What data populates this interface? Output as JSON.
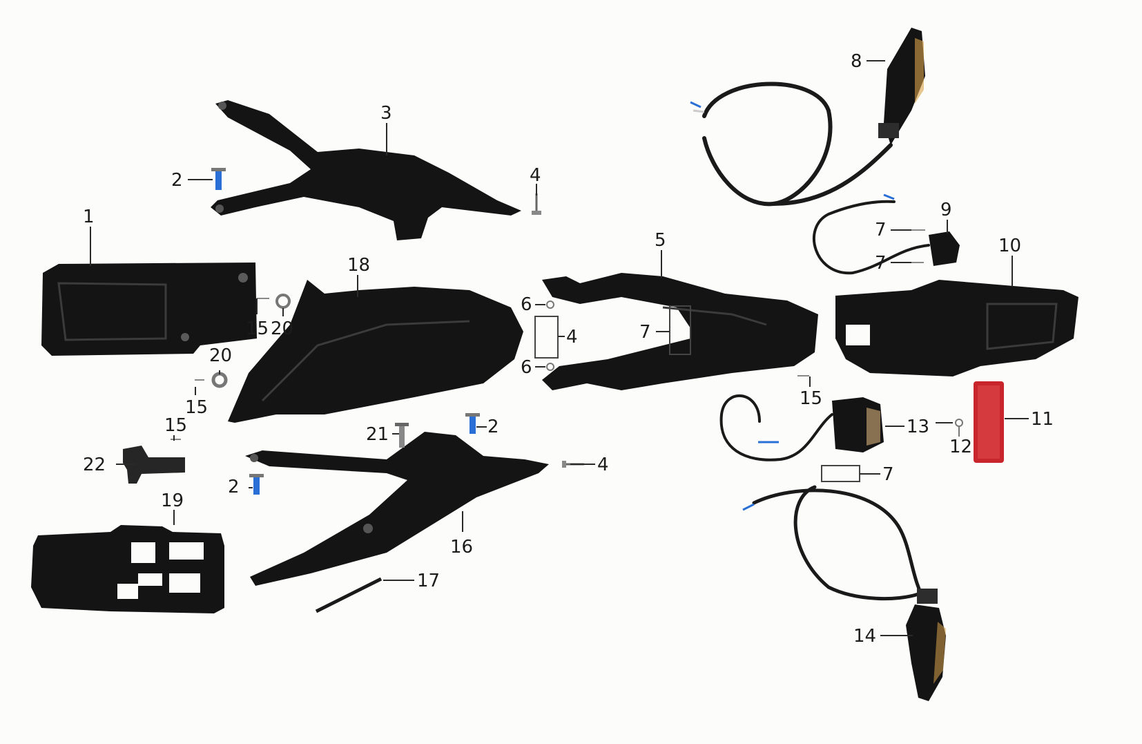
{
  "diagram": {
    "callouts": [
      {
        "id": "c1",
        "label": "1"
      },
      {
        "id": "c2a",
        "label": "2"
      },
      {
        "id": "c2b",
        "label": "2"
      },
      {
        "id": "c2c",
        "label": "2"
      },
      {
        "id": "c3",
        "label": "3"
      },
      {
        "id": "c4a",
        "label": "4"
      },
      {
        "id": "c4b",
        "label": "4"
      },
      {
        "id": "c4c",
        "label": "4"
      },
      {
        "id": "c5",
        "label": "5"
      },
      {
        "id": "c6a",
        "label": "6"
      },
      {
        "id": "c6b",
        "label": "6"
      },
      {
        "id": "c7a",
        "label": "7"
      },
      {
        "id": "c7b",
        "label": "7"
      },
      {
        "id": "c7c",
        "label": "7"
      },
      {
        "id": "c7d",
        "label": "7"
      },
      {
        "id": "c8",
        "label": "8"
      },
      {
        "id": "c9",
        "label": "9"
      },
      {
        "id": "c10",
        "label": "10"
      },
      {
        "id": "c11",
        "label": "11"
      },
      {
        "id": "c12",
        "label": "12"
      },
      {
        "id": "c13",
        "label": "13"
      },
      {
        "id": "c14",
        "label": "14"
      },
      {
        "id": "c15a",
        "label": "15"
      },
      {
        "id": "c15b",
        "label": "15"
      },
      {
        "id": "c15c",
        "label": "15"
      },
      {
        "id": "c15d",
        "label": "15"
      },
      {
        "id": "c16",
        "label": "16"
      },
      {
        "id": "c17",
        "label": "17"
      },
      {
        "id": "c18",
        "label": "18"
      },
      {
        "id": "c19",
        "label": "19"
      },
      {
        "id": "c20a",
        "label": "20"
      },
      {
        "id": "c20b",
        "label": "20"
      },
      {
        "id": "c21",
        "label": "21"
      },
      {
        "id": "c22",
        "label": "22"
      }
    ],
    "colors": {
      "background": "#fcfcfb",
      "part": "#141414",
      "bolt_blue": "#2a6fd6",
      "reflector_red": "#c8262c",
      "indicator_amber": "#d8a24a"
    }
  }
}
